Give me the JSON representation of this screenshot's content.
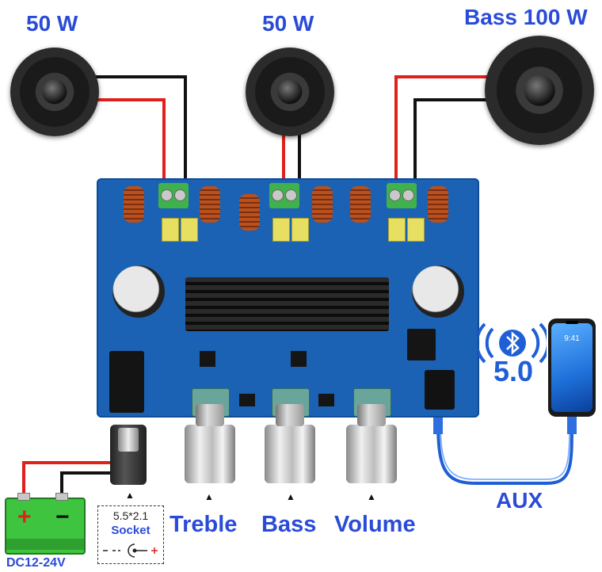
{
  "labels": {
    "speaker_left": "50 W",
    "speaker_mid": "50 W",
    "speaker_bass": "Bass 100 W",
    "bt_version": "5.0",
    "aux": "AUX",
    "treble": "Treble",
    "bass": "Bass",
    "volume": "Volume",
    "socket_size": "5.5*2.1",
    "socket": "Socket",
    "dc_range": "DC12-24V",
    "phone_time": "9:41",
    "battery_plus": "+",
    "battery_minus": "−"
  },
  "colors": {
    "label_blue": "#2a4bd8",
    "board_blue": "#1c62b4",
    "wire_red": "#e0201a",
    "wire_black": "#111111",
    "battery_green": "#3ec43e",
    "cable_blue": "#1f5fd6"
  },
  "icons": {
    "bluetooth": "bluetooth-icon",
    "phone": "smartphone-icon"
  }
}
